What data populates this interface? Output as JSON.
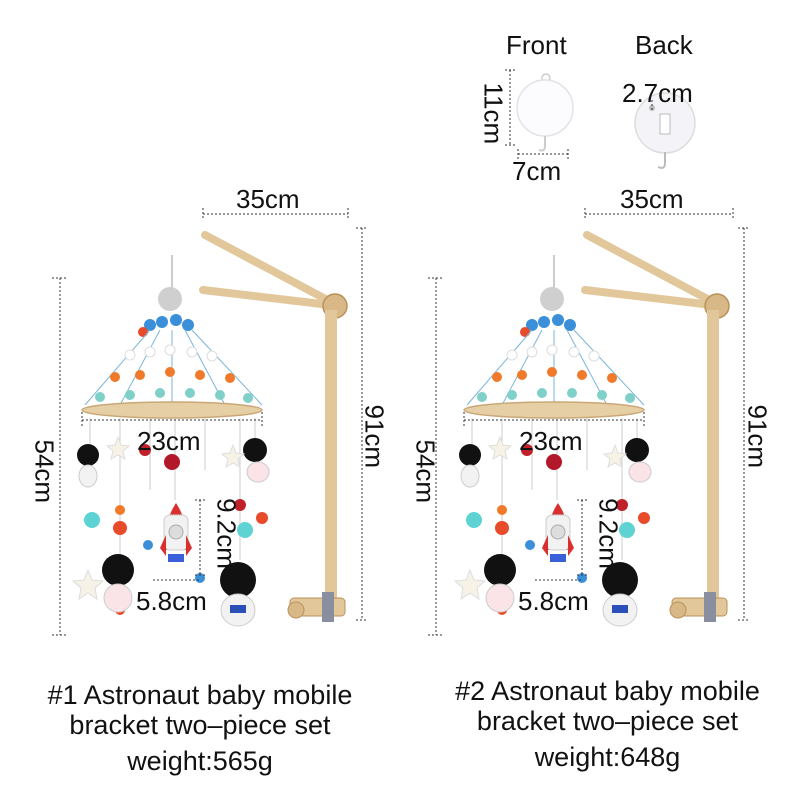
{
  "motor": {
    "front_label": "Front",
    "back_label": "Back",
    "height_label": "11cm",
    "width_label": "7cm",
    "depth_label": "2.7cm"
  },
  "products": [
    {
      "bracket_width": "35cm",
      "bracket_height": "91cm",
      "mobile_height": "54cm",
      "ring_diameter": "23cm",
      "rocket_height": "9.2cm",
      "rocket_width": "5.8cm",
      "caption_line1": "#1 Astronaut baby mobile",
      "caption_line2": "bracket two–piece set",
      "caption_line3": "weight:565g"
    },
    {
      "bracket_width": "35cm",
      "bracket_height": "91cm",
      "mobile_height": "54cm",
      "ring_diameter": "23cm",
      "rocket_height": "9.2cm",
      "rocket_width": "5.8cm",
      "caption_line1": "#2 Astronaut baby mobile",
      "caption_line2": "bracket two–piece set",
      "caption_line3": "weight:648g"
    }
  ]
}
